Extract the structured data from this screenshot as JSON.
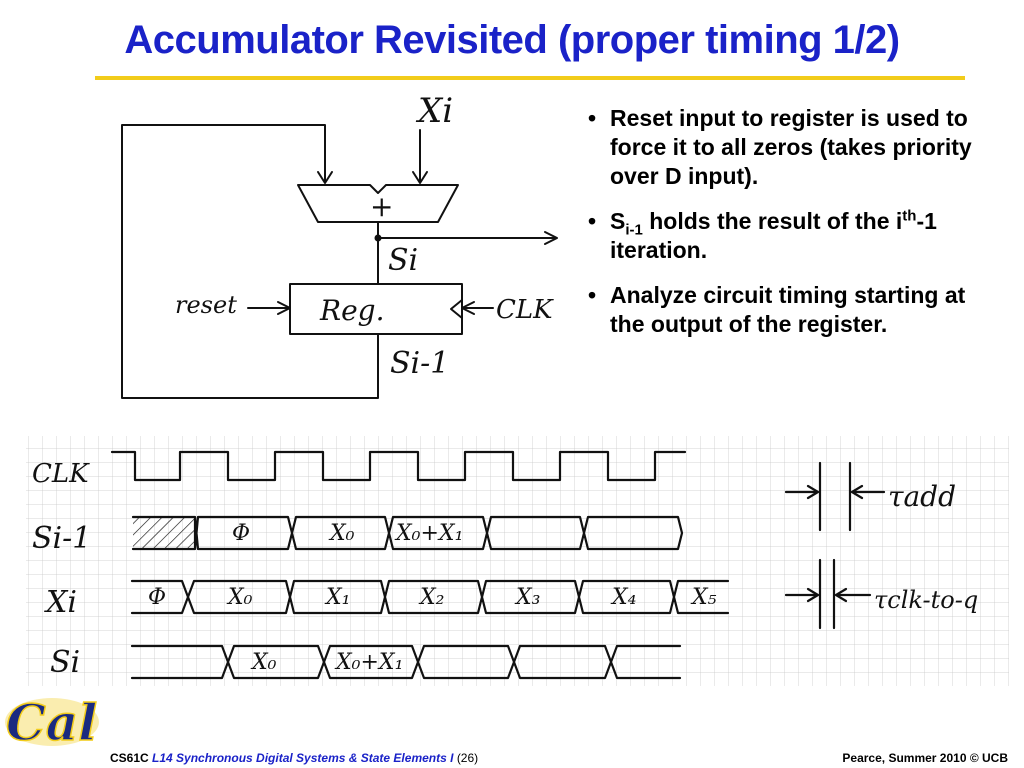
{
  "slide": {
    "title": "Accumulator Revisited (proper timing 1/2)",
    "bullets": [
      {
        "text": "Reset input to register is used to force it to all zeros (takes priority over D input)."
      },
      {
        "pre": "S",
        "sub": "i-1",
        "mid": " holds the result of the i",
        "sup": "th",
        "post": "-1 iteration."
      },
      {
        "text": "Analyze circuit timing starting at the output of the register."
      }
    ]
  },
  "circuit": {
    "input_label": "Xi",
    "adder_symbol": "+",
    "sum_label": "Si",
    "register_label": "Reg.",
    "reset_label": "reset",
    "clock_label": "CLK",
    "feedback_label": "Si-1"
  },
  "timing": {
    "signals": [
      "CLK",
      "Si-1",
      "Xi",
      "Si"
    ],
    "si_minus_1_values": [
      "Φ",
      "X₀",
      "X₀+X₁"
    ],
    "xi_values": [
      "Φ",
      "X₀",
      "X₁",
      "X₂",
      "X₃",
      "X₄",
      "X₅"
    ],
    "si_values": [
      "X₀",
      "X₀+X₁"
    ],
    "legend": [
      "τadd",
      "τclk-to-q"
    ]
  },
  "footer": {
    "course": "CS61C",
    "lecture": "L14 Synchronous Digital Systems & State Elements I",
    "page": "(26)",
    "credit": "Pearce, Summer 2010 © UCB"
  },
  "logo": {
    "text": "Cal",
    "color": "#1a2a80",
    "accent": "#f2cc1a"
  },
  "colors": {
    "title": "#1a22c8",
    "rule": "#f2cc1a"
  }
}
